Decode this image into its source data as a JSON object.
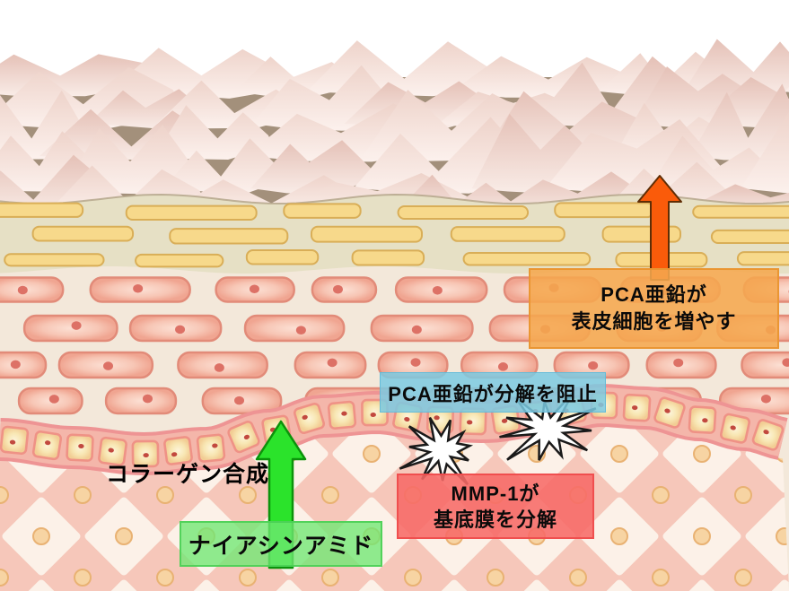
{
  "diagram_labels": {
    "pca_epidermis": {
      "line1": "PCA亜鉛が",
      "line2": "表皮細胞を増やす",
      "bg": "#F5A74E"
    },
    "pca_inhibit": {
      "text": "PCA亜鉛が分解を阻止",
      "bg": "#7BCAE2"
    },
    "mmp": {
      "line1": "MMP-1が",
      "line2": "基底膜を分解",
      "bg": "#F76A66"
    },
    "collagen_synthesis": {
      "text": "コラーゲン合成"
    },
    "niacinamide": {
      "text": "ナイアシンアミド",
      "bg": "#6FE873"
    }
  },
  "arrows": {
    "pca_up_arrow_color": "#FA5B0A",
    "niacinamide_up_arrow_color": "#2BE32B"
  }
}
